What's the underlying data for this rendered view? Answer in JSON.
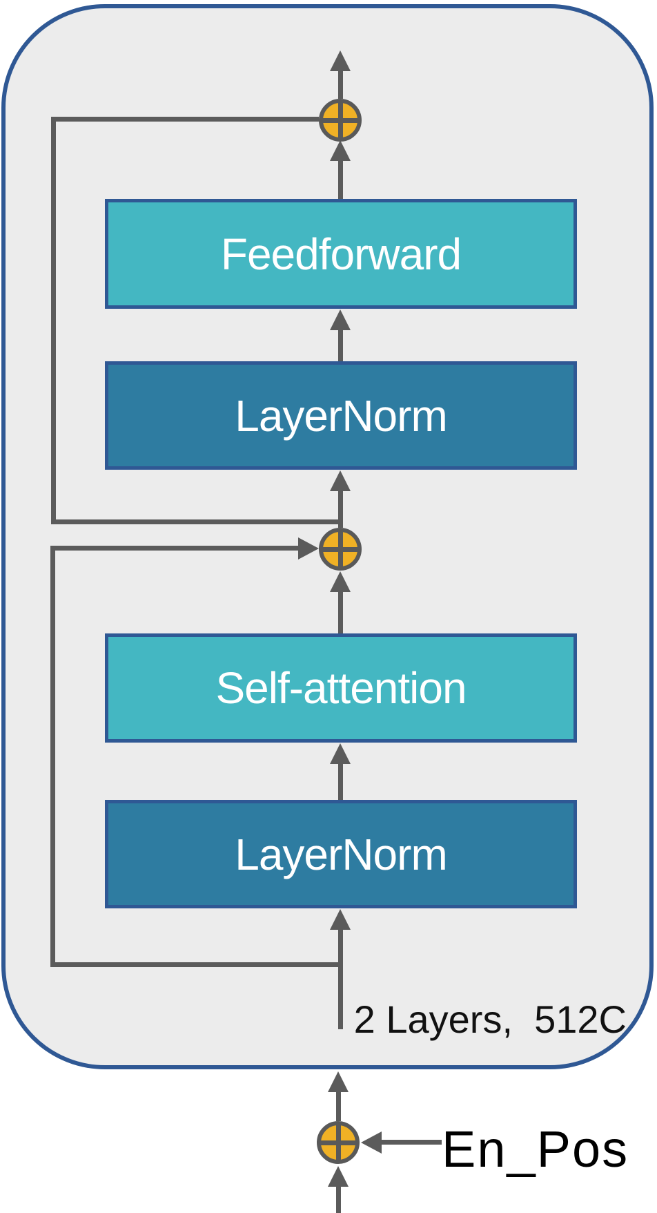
{
  "diagram": {
    "title": "transformer-encoder-block",
    "container_annotation": "2 Layers,  512C",
    "input_label": "En_Pos",
    "blocks": [
      {
        "id": "feedforward",
        "label": "Feedforward",
        "style": "teal"
      },
      {
        "id": "layernorm_top",
        "label": "LayerNorm",
        "style": "blue"
      },
      {
        "id": "self_attention",
        "label": "Self-attention",
        "style": "teal"
      },
      {
        "id": "layernorm_bottom",
        "label": "LayerNorm",
        "style": "blue"
      }
    ],
    "icons": [
      {
        "name": "add-circle-top",
        "glyph": "plus-in-circle"
      },
      {
        "name": "add-circle-middle",
        "glyph": "plus-in-circle"
      },
      {
        "name": "add-circle-input",
        "glyph": "plus-in-circle"
      }
    ],
    "colors": {
      "container_fill": "#ECECEC",
      "container_border": "#2F5894",
      "box_teal_fill": "#44B7C2",
      "box_blue_fill": "#2E7CA1",
      "box_border": "#2F5894",
      "line_gray": "#5B5B5B",
      "add_circle_fill": "#F0B125",
      "add_circle_border": "#595959",
      "box_text": "#FFFFFF",
      "annotation_text": "#111111",
      "input_text": "#000000"
    }
  }
}
